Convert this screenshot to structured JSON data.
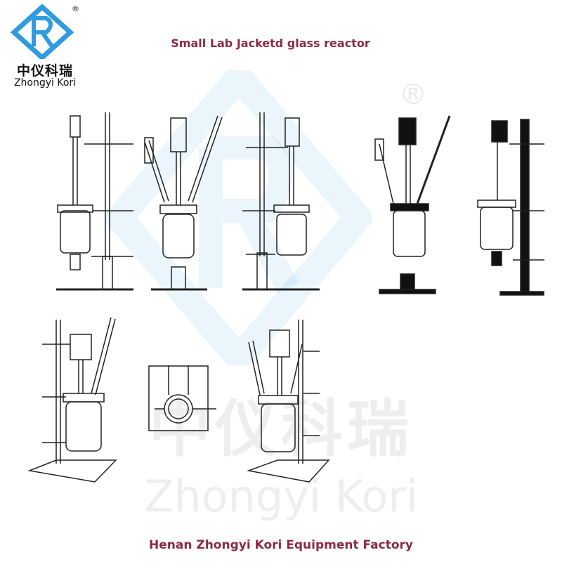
{
  "header": {
    "title": "Small Lab Jacketd glass reactor"
  },
  "logo": {
    "name_cn": "中仪科瑞",
    "name_en": "Zhongyi Kori",
    "registered": "®",
    "brand_color": "#2f9be0"
  },
  "watermark": {
    "text_cn": "中仪科瑞",
    "text_en": "Zhongyi Kori",
    "registered": "®"
  },
  "footer": {
    "company": "Henan Zhongyi Kori Equipment Factory"
  },
  "colors": {
    "title": "#8a2a46",
    "line_art": "#222222",
    "watermark": "#a0a0a0"
  },
  "illustrations": [
    {
      "id": "reactor-1",
      "style": "outline"
    },
    {
      "id": "reactor-2",
      "style": "outline"
    },
    {
      "id": "reactor-3",
      "style": "outline"
    },
    {
      "id": "reactor-4",
      "style": "filled"
    },
    {
      "id": "reactor-5",
      "style": "filled"
    },
    {
      "id": "reactor-6",
      "style": "outline-base"
    },
    {
      "id": "reactor-7",
      "style": "top-view"
    },
    {
      "id": "reactor-8",
      "style": "outline-base"
    }
  ]
}
